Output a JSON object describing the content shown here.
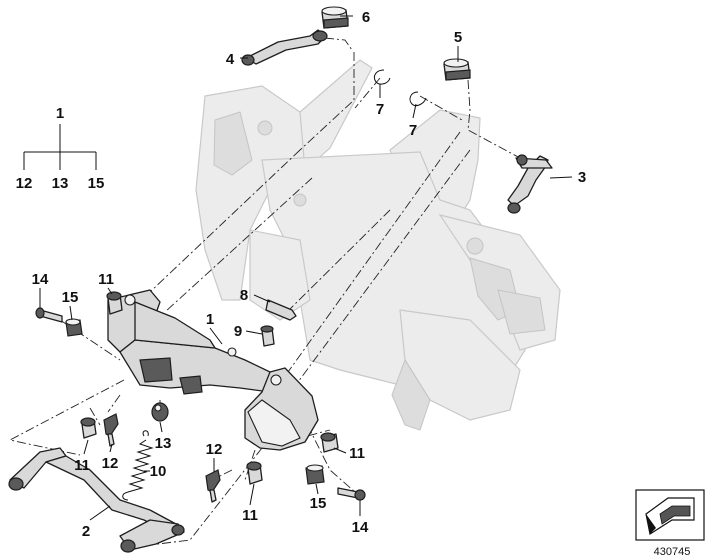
{
  "diagram": {
    "callouts": {
      "c1_top": "1",
      "c12_group": "12",
      "c13_group": "13",
      "c15_group": "15",
      "c6": "6",
      "c4": "4",
      "c5": "5",
      "c7_left": "7",
      "c7_right": "7",
      "c3": "3",
      "c14_left": "14",
      "c11_top": "11",
      "c15_left": "15",
      "c1_mid": "1",
      "c8": "8",
      "c9": "9",
      "c11_right": "11",
      "c12_low_left": "12",
      "c13_low": "13",
      "c11_low_left": "11",
      "c10": "10",
      "c12_low_mid": "12",
      "c2": "2",
      "c11_bottom": "11",
      "c15_bottom": "15",
      "c14_bottom": "14"
    },
    "reference_number": "430745"
  }
}
